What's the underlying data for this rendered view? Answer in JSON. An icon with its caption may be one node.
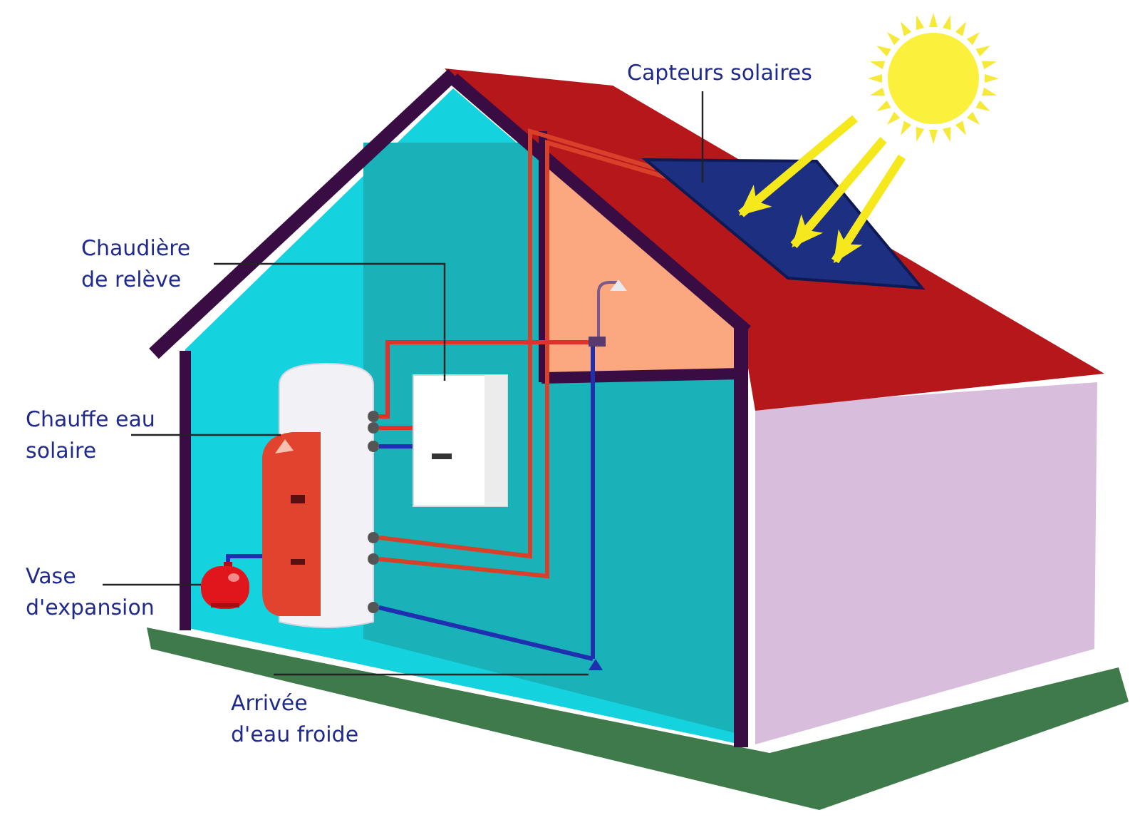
{
  "diagram": {
    "nodes": [
      {
        "text": [
          "Capteurs solaires"
        ]
      },
      {
        "text": [],
        "shape": "picture"
      },
      {
        "text": [],
        "shape": "picture"
      },
      {
        "text": [
          "Chaudière de relève"
        ]
      },
      {
        "text": [],
        "shape": "picture"
      },
      {
        "text": [
          "Chauffe eau solaire"
        ]
      },
      {
        "text": [],
        "shape": "picture"
      },
      {
        "text": [
          "Vase d'expansion"
        ]
      },
      {
        "text": [],
        "shape": "picture"
      },
      {
        "text": [
          "Arrivée d'eau froide"
        ]
      },
      {
        "text": [],
        "shape": "picture"
      },
      {
        "text": [],
        "shape": "picture"
      }
    ],
    "edges": [
      {
        "from": 0,
        "to": 1,
        "arrow": "none"
      },
      {
        "from": 2,
        "to": 1,
        "arrow": "to",
        "style": "thick",
        "color": "#f5e81c"
      },
      {
        "from": 2,
        "to": 1,
        "arrow": "to",
        "style": "thick",
        "color": "#f5e81c"
      },
      {
        "from": 2,
        "to": 1,
        "arrow": "to",
        "style": "thick",
        "color": "#f5e81c"
      },
      {
        "from": 3,
        "to": 4,
        "arrow": "none"
      },
      {
        "from": 5,
        "to": 6,
        "arrow": "none"
      },
      {
        "from": 7,
        "to": 8,
        "arrow": "none"
      },
      {
        "from": 9,
        "to": 10,
        "arrow": "none"
      },
      {
        "from": 6,
        "to": 1,
        "arrow": "none",
        "color": "#d8402a"
      },
      {
        "from": 6,
        "to": 1,
        "arrow": "none",
        "color": "#d8402a"
      },
      {
        "from": 6,
        "to": 4,
        "arrow": "none",
        "color": "#e0312c"
      },
      {
        "from": 6,
        "to": 4,
        "arrow": "none",
        "color": "#1f2fb0"
      },
      {
        "from": 8,
        "to": 6,
        "arrow": "none",
        "color": "#1f2fb0"
      },
      {
        "from": 6,
        "to": 10,
        "arrow": "none",
        "color": "#1f2fb0"
      },
      {
        "from": 6,
        "to": 11,
        "arrow": "none",
        "color": "#e0312c"
      },
      {
        "from": 10,
        "to": 11,
        "arrow": "none",
        "color": "#1f2fb0"
      }
    ]
  }
}
